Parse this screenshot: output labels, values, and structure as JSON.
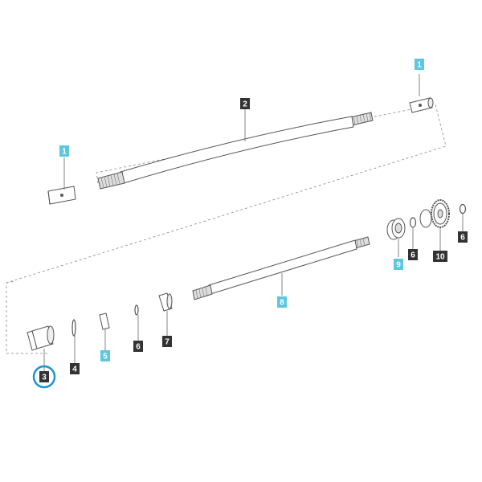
{
  "colors": {
    "highlight": "#5bc8e0",
    "dark_label": "#333333",
    "selection_ring": "#1a96d4",
    "outline": "#555555",
    "fill": "#ffffff",
    "dash": "#888888"
  },
  "callouts": [
    {
      "id": "callout-1-top",
      "text": "1",
      "style": "highlight"
    },
    {
      "id": "callout-2",
      "text": "2",
      "style": "dark"
    },
    {
      "id": "callout-1-left",
      "text": "1",
      "style": "highlight"
    },
    {
      "id": "callout-9",
      "text": "9",
      "style": "highlight"
    },
    {
      "id": "callout-6-mid",
      "text": "6",
      "style": "dark"
    },
    {
      "id": "callout-10",
      "text": "10",
      "style": "dark"
    },
    {
      "id": "callout-6-right",
      "text": "6",
      "style": "dark"
    },
    {
      "id": "callout-8",
      "text": "8",
      "style": "highlight"
    },
    {
      "id": "callout-3",
      "text": "3",
      "style": "dark",
      "selected": true
    },
    {
      "id": "callout-4",
      "text": "4",
      "style": "dark"
    },
    {
      "id": "callout-5",
      "text": "5",
      "style": "highlight"
    },
    {
      "id": "callout-6-left",
      "text": "6",
      "style": "dark"
    },
    {
      "id": "callout-7",
      "text": "7",
      "style": "dark"
    }
  ]
}
